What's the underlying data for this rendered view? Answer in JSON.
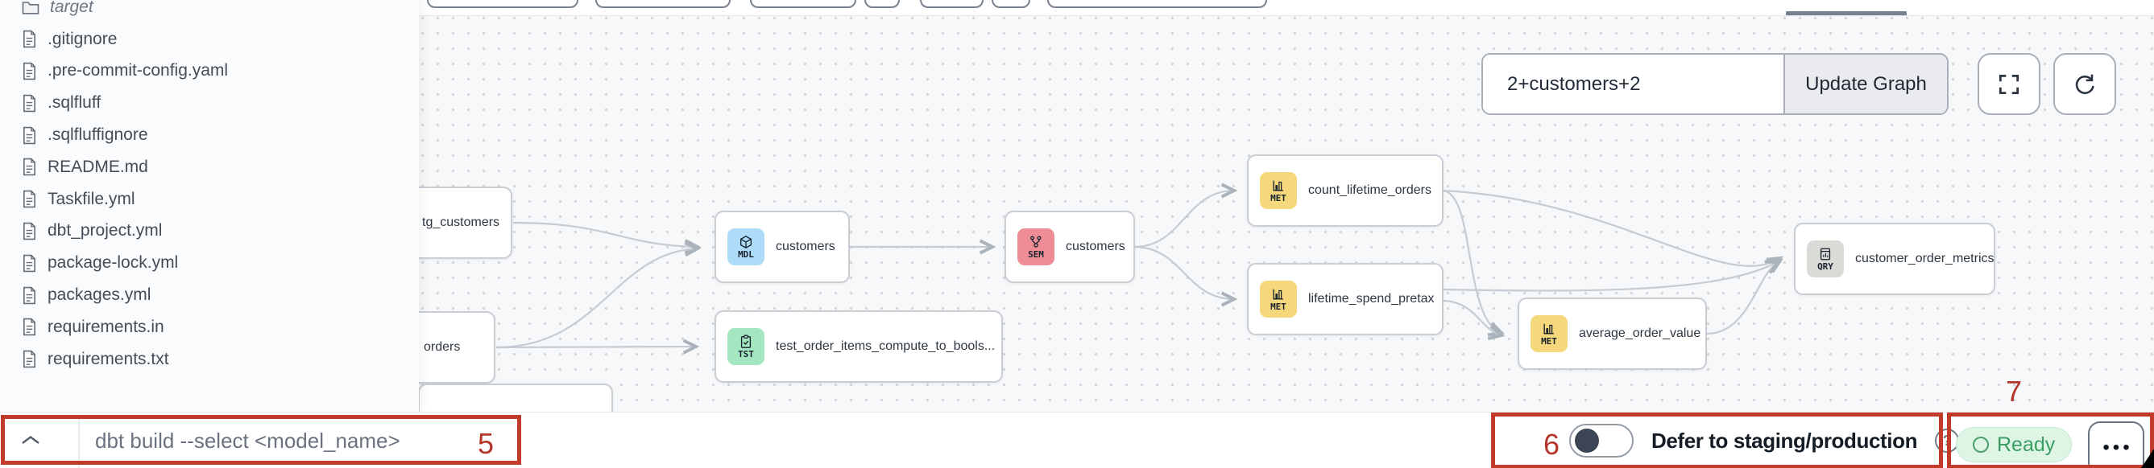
{
  "file_explorer": {
    "items": [
      {
        "name": "target",
        "type": "folder"
      },
      {
        "name": ".gitignore",
        "type": "file"
      },
      {
        "name": ".pre-commit-config.yaml",
        "type": "file"
      },
      {
        "name": ".sqlfluff",
        "type": "file"
      },
      {
        "name": ".sqlfluffignore",
        "type": "file"
      },
      {
        "name": "README.md",
        "type": "file"
      },
      {
        "name": "Taskfile.yml",
        "type": "file"
      },
      {
        "name": "dbt_project.yml",
        "type": "file"
      },
      {
        "name": "package-lock.yml",
        "type": "file"
      },
      {
        "name": "packages.yml",
        "type": "file"
      },
      {
        "name": "requirements.in",
        "type": "file"
      },
      {
        "name": "requirements.txt",
        "type": "file"
      }
    ]
  },
  "lineage_graph": {
    "selector_input_value": "2+customers+2",
    "update_button_label": "Update Graph",
    "nodes": [
      {
        "label": "tg_customers",
        "badge": ""
      },
      {
        "label": "orders",
        "badge": ""
      },
      {
        "label": "customers",
        "badge": "MDL"
      },
      {
        "label": "test_order_items_compute_to_bools...",
        "badge": "TST"
      },
      {
        "label": "customers",
        "badge": "SEM"
      },
      {
        "label": "count_lifetime_orders",
        "badge": "MET"
      },
      {
        "label": "lifetime_spend_pretax",
        "badge": "MET"
      },
      {
        "label": "average_order_value",
        "badge": "MET"
      },
      {
        "label": "customer_order_metrics",
        "badge": "QRY"
      }
    ]
  },
  "command_bar": {
    "command_text": "dbt build --select <model_name>"
  },
  "defer_toggle": {
    "label": "Defer to staging/production",
    "help_glyph": "?",
    "state": "off"
  },
  "status_badge": {
    "label": "Ready"
  },
  "overflow_menu": {
    "glyph": "•••"
  },
  "annotations": {
    "label_5": "5",
    "label_6": "6",
    "label_7": "7"
  },
  "colors": {
    "annotation_red": "#c23b2a",
    "ready_green": "#3a9d62",
    "ready_bg": "#def5e5",
    "badge_mdl": "#aedcf8",
    "badge_tst": "#a3e6bf",
    "badge_sem": "#ee8d95",
    "badge_met": "#f6d87c",
    "badge_qry": "#dadad6"
  }
}
